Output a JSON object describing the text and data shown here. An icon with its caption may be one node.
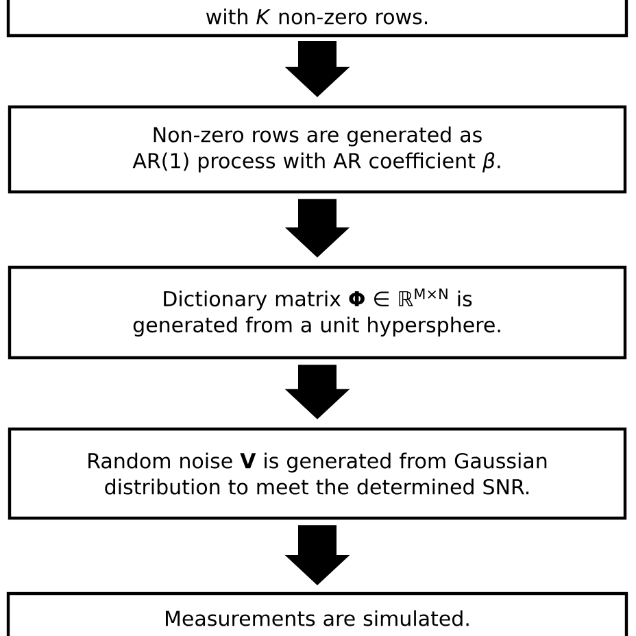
{
  "diagram": {
    "nodes": [
      {
        "text": [
          "with *K* non-zero rows."
        ]
      },
      {
        "text": [
          "Non-zero rows are generated as AR(1) process with AR coefficient *β*."
        ]
      },
      {
        "text": [
          "Dictionary matrix **Φ** ∈ ℝ$^{M×N}$ is generated from a unit hypersphere."
        ]
      },
      {
        "text": [
          "Random noise **V** is generated from Gaussian distribution to meet the determined SNR."
        ]
      },
      {
        "text": [
          "Measurements are simulated."
        ]
      }
    ],
    "edges": [
      {
        "from": 0,
        "to": 1,
        "arrow": "to"
      },
      {
        "from": 1,
        "to": 2,
        "arrow": "to"
      },
      {
        "from": 2,
        "to": 3,
        "arrow": "to"
      },
      {
        "from": 3,
        "to": 4,
        "arrow": "to"
      }
    ]
  }
}
